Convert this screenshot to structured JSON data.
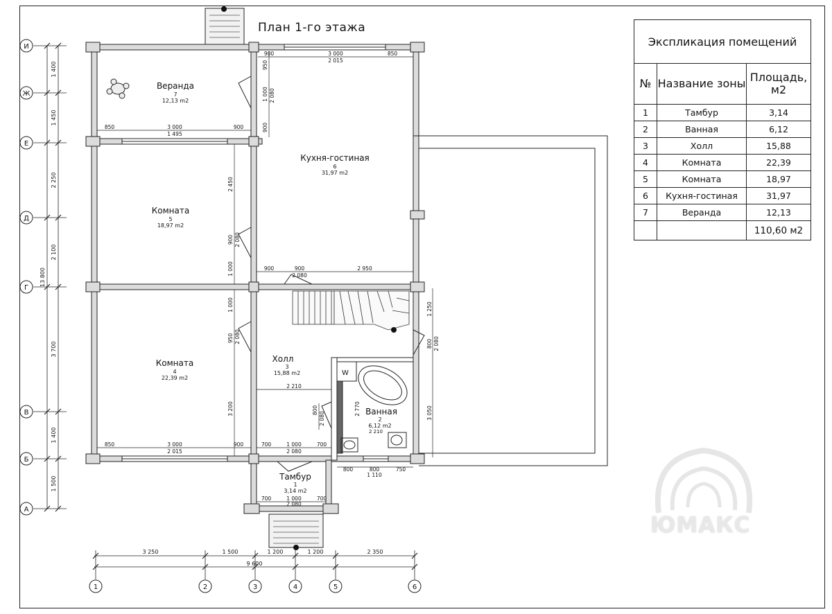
{
  "title": "План 1-го этажа",
  "explication": {
    "caption": "Экспликация помещений",
    "headers": {
      "num": "№",
      "name": "Название зоны",
      "area": "Площадь, м2"
    },
    "rows": [
      {
        "num": "1",
        "name": "Тамбур",
        "area": "3,14"
      },
      {
        "num": "2",
        "name": "Ванная",
        "area": "6,12"
      },
      {
        "num": "3",
        "name": "Холл",
        "area": "15,88"
      },
      {
        "num": "4",
        "name": "Комната",
        "area": "22,39"
      },
      {
        "num": "5",
        "name": "Комната",
        "area": "18,97"
      },
      {
        "num": "6",
        "name": "Кухня-гостиная",
        "area": "31,97"
      },
      {
        "num": "7",
        "name": "Веранда",
        "area": "12,13"
      }
    ],
    "total": "110,60 м2"
  },
  "rooms": {
    "veranda": {
      "name": "Веранда",
      "num": "7",
      "area": "12,13 m2"
    },
    "room5": {
      "name": "Комната",
      "num": "5",
      "area": "18,97 m2"
    },
    "kitchen": {
      "name": "Кухня-гостиная",
      "num": "6",
      "area": "31,97 m2"
    },
    "room4": {
      "name": "Комната",
      "num": "4",
      "area": "22,39 m2"
    },
    "hall": {
      "name": "Холл",
      "num": "3",
      "area": "15,88 m2"
    },
    "bath": {
      "name": "Ванная",
      "num": "2",
      "area": "6,12 m2",
      "sub": "2 210"
    },
    "tambur": {
      "name": "Тамбур",
      "num": "1",
      "area": "3,14 m2"
    },
    "wc_label": "W"
  },
  "axes": {
    "rows": [
      "И",
      "Ж",
      "Е",
      "Д",
      "Г",
      "В",
      "Б",
      "А"
    ],
    "cols": [
      "1",
      "2",
      "3",
      "4",
      "5",
      "6"
    ]
  },
  "dims": {
    "left_segments": [
      "1 400",
      "1 450",
      "2 250",
      "2 100",
      "3 700",
      "1 400",
      "1 500"
    ],
    "left_total": "13 800",
    "bottom_segments": [
      "3 250",
      "1 500",
      "1 200",
      "1 200",
      "2 350"
    ],
    "bottom_total": "9 600",
    "veranda_top": [
      "900",
      "3 000",
      "850"
    ],
    "veranda_top_sub": "2 015",
    "veranda_bottom": [
      "850",
      "3 000",
      "900"
    ],
    "veranda_bottom_sub": "1 495",
    "veranda_right": [
      "950",
      "1 000",
      "900"
    ],
    "veranda_right_sub": "2 080",
    "room5_right": [
      "2 450",
      "900",
      "1 000"
    ],
    "room5_right_sub": "2 080",
    "kitchen_bottom": [
      "900",
      "900",
      "2 950"
    ],
    "kitchen_bottom_sub": "2 080",
    "room4_right": [
      "1 000",
      "950",
      "3 200"
    ],
    "room4_right_sub": "2 080",
    "room4_bottom": [
      "850",
      "3 000",
      "900"
    ],
    "room4_bottom_sub": "2 015",
    "hall_inner": "2 210",
    "hall_bottom": [
      "700",
      "1 000",
      "700"
    ],
    "hall_bottom_sub": "2 080",
    "bath_left": "800",
    "bath_left_sub": "2 080",
    "bath_inner": "2 770",
    "bath_bottom": [
      "800",
      "800",
      "750"
    ],
    "bath_bottom_sub": "1 110",
    "stair_right": [
      "1 250",
      "800",
      "3 050"
    ],
    "stair_right_sub": "2 080",
    "tambur_bottom": [
      "700",
      "1 000",
      "700"
    ],
    "tambur_bottom_sub": "2 080"
  },
  "logo": "ЮМАКС"
}
